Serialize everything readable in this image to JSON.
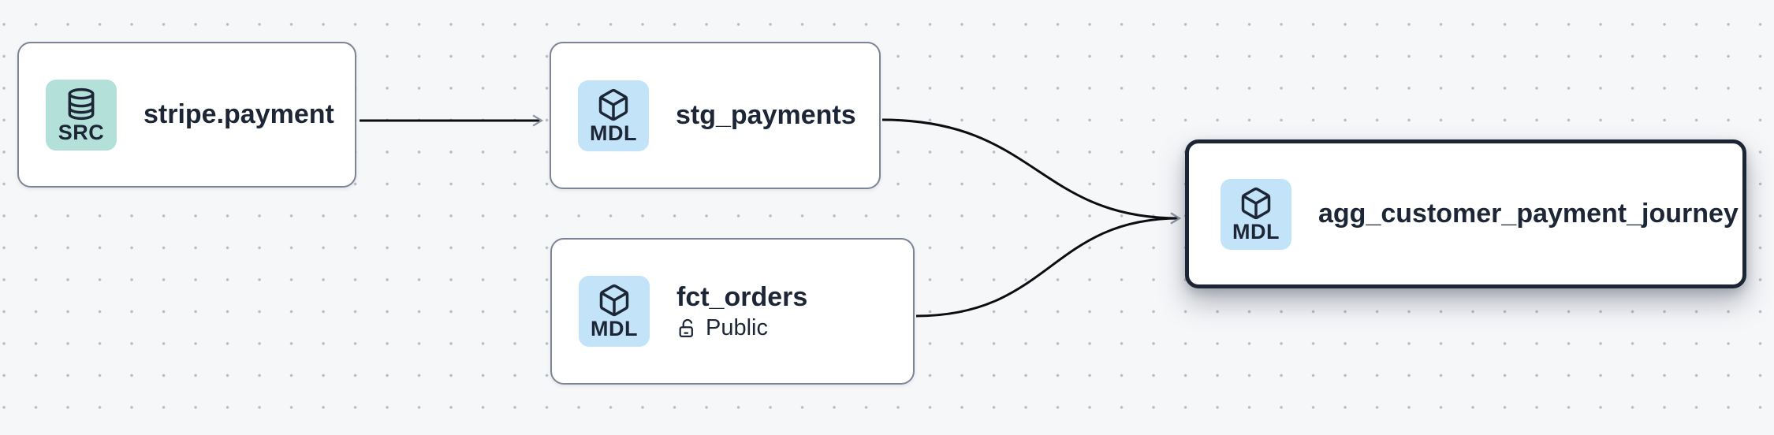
{
  "canvas": {
    "background_color": "#f6f7f9",
    "grid_dot_color": "#b7bbc5"
  },
  "colors": {
    "node_background": "#ffffff",
    "node_border": "#7c8496",
    "node_border_selected": "#1b2534",
    "text": "#1d2636",
    "edge_stroke": "#0c0d10",
    "arrowhead": "#8e94a2",
    "badge_source_background": "#b4e0da",
    "badge_model_background": "#c3e3f8"
  },
  "node_types": {
    "source": {
      "badge_label": "SRC",
      "icon": "database-icon"
    },
    "model": {
      "badge_label": "MDL",
      "icon": "cube-icon"
    }
  },
  "nodes": [
    {
      "id": "stripe.payment",
      "title": "stripe.payment",
      "type": "source",
      "badge_label": "SRC",
      "selected": false
    },
    {
      "id": "stg_payments",
      "title": "stg_payments",
      "type": "model",
      "badge_label": "MDL",
      "selected": false
    },
    {
      "id": "fct_orders",
      "title": "fct_orders",
      "type": "model",
      "badge_label": "MDL",
      "access": "Public",
      "selected": false
    },
    {
      "id": "agg_customer_payment_journey",
      "title": "agg_customer_payment_journey",
      "type": "model",
      "badge_label": "MDL",
      "selected": true
    }
  ],
  "edges": [
    {
      "from": "stripe.payment",
      "to": "stg_payments"
    },
    {
      "from": "stg_payments",
      "to": "agg_customer_payment_journey"
    },
    {
      "from": "fct_orders",
      "to": "agg_customer_payment_journey"
    }
  ]
}
